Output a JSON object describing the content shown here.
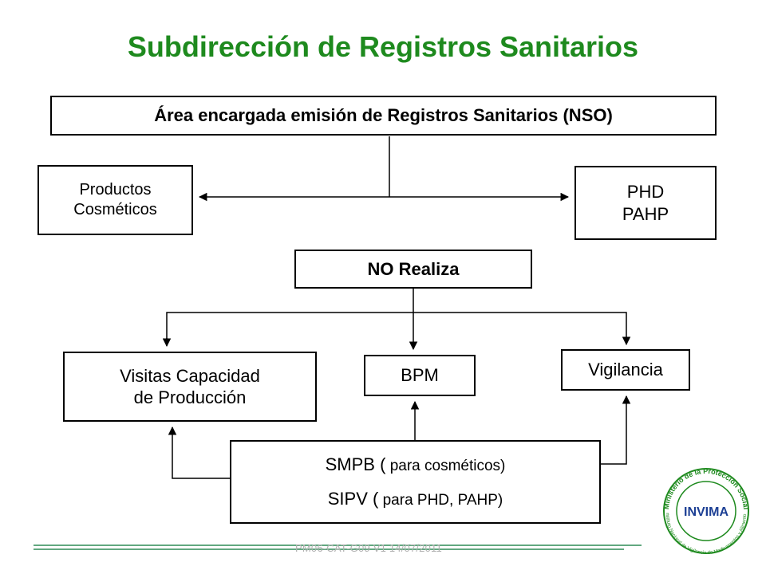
{
  "title": "Subdirección de Registros Sanitarios",
  "boxes": {
    "area": "Área encargada emisión de  Registros Sanitarios (NSO)",
    "cosmeticos": [
      "Productos",
      "Cosméticos"
    ],
    "phd": [
      "PHD",
      "PAHP"
    ],
    "no_realiza": "NO Realiza",
    "visitas": [
      "Visitas  Capacidad",
      "de Producción"
    ],
    "bpm": "BPM",
    "vigilancia": "Vigilancia",
    "smpb": {
      "line1_main": "SMPB (",
      "line1_small": " para cosméticos)",
      "line2_main": "SIPV (",
      "line2_small": " para PHD, PAHP)"
    }
  },
  "footer": "PM06-CAT-G09 V1 14/07/2011",
  "logo": {
    "ring_top": "Ministerio de la Protección Social",
    "ring_bottom": "Instituto Nacional de Vigilancia de Medicamentos y Alimentos",
    "brand": "INVIMA"
  },
  "colors": {
    "title": "#1e8a1e",
    "footer_line": "#2e8b57",
    "logo_green": "#1e8a1e",
    "logo_blue": "#1c3f94"
  }
}
